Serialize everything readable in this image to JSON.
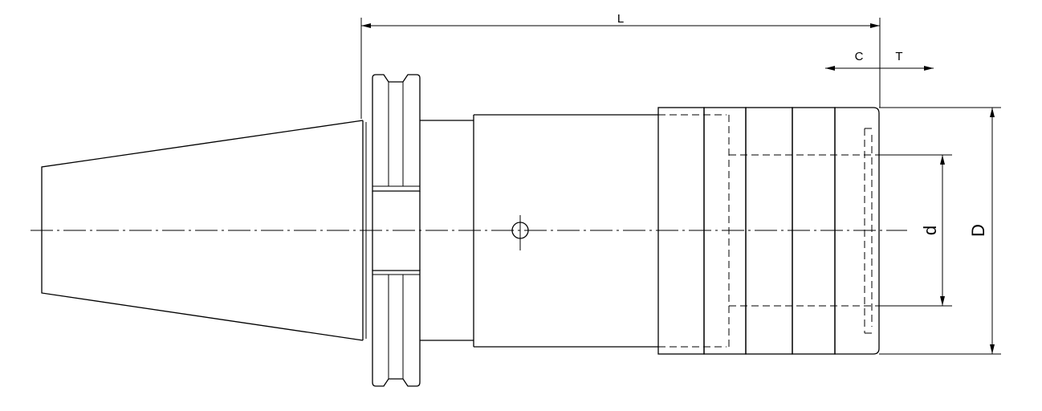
{
  "dimensions": {
    "overall_length": "L",
    "c": "C",
    "t": "T",
    "bore_diameter": "d",
    "outer_diameter": "D"
  },
  "line_color": "#000000",
  "background_color": "#ffffff"
}
